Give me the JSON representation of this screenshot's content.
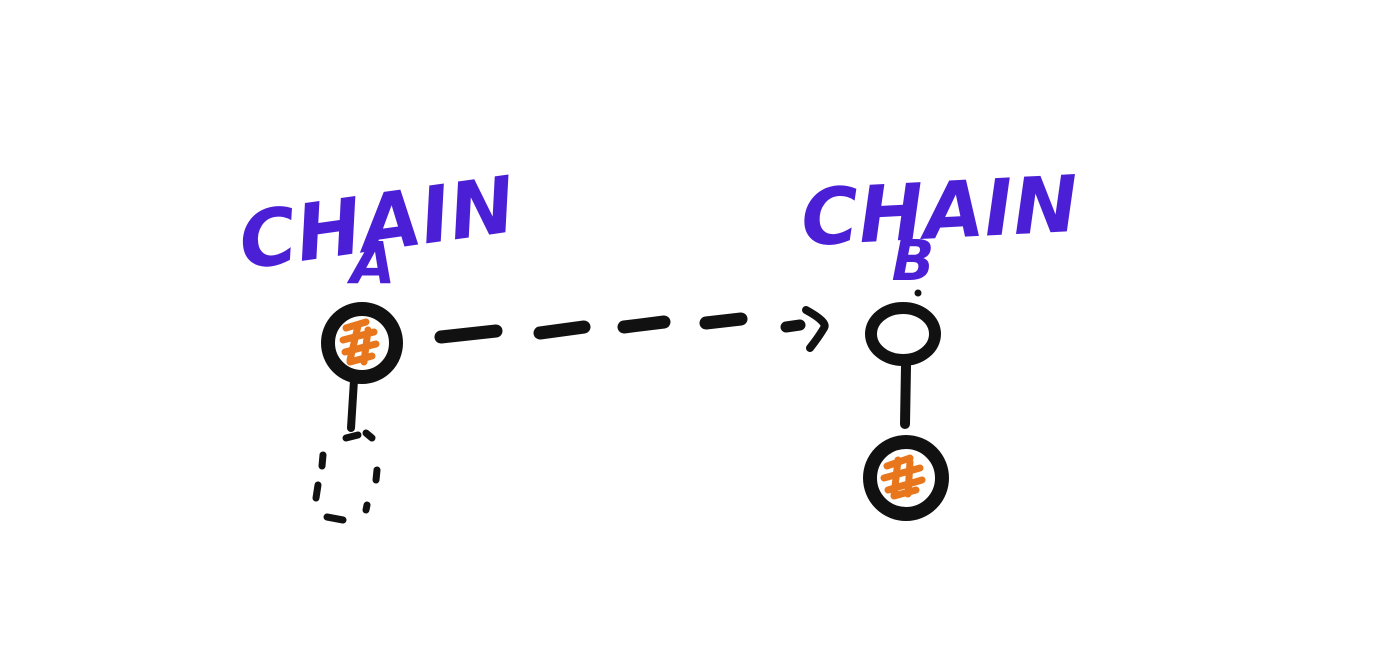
{
  "colors": {
    "label": "#4b1fd6",
    "ink": "#111111",
    "filled_node": "#e8761c",
    "background": "#ffffff"
  },
  "chain_a": {
    "label_line1": "CHAIN",
    "label_line2": "A"
  },
  "chain_b": {
    "label_line1": "CHAIN",
    "label_line2": "B"
  }
}
